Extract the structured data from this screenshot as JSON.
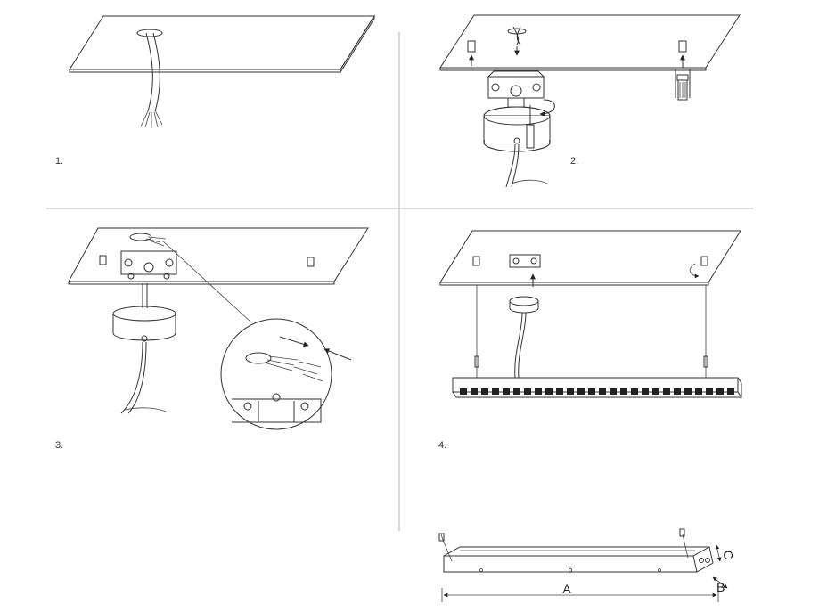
{
  "steps": [
    {
      "number": "1."
    },
    {
      "number": "2."
    },
    {
      "number": "3."
    },
    {
      "number": "4."
    }
  ],
  "dimensions": {
    "a": "A",
    "b": "B",
    "c": "C"
  }
}
